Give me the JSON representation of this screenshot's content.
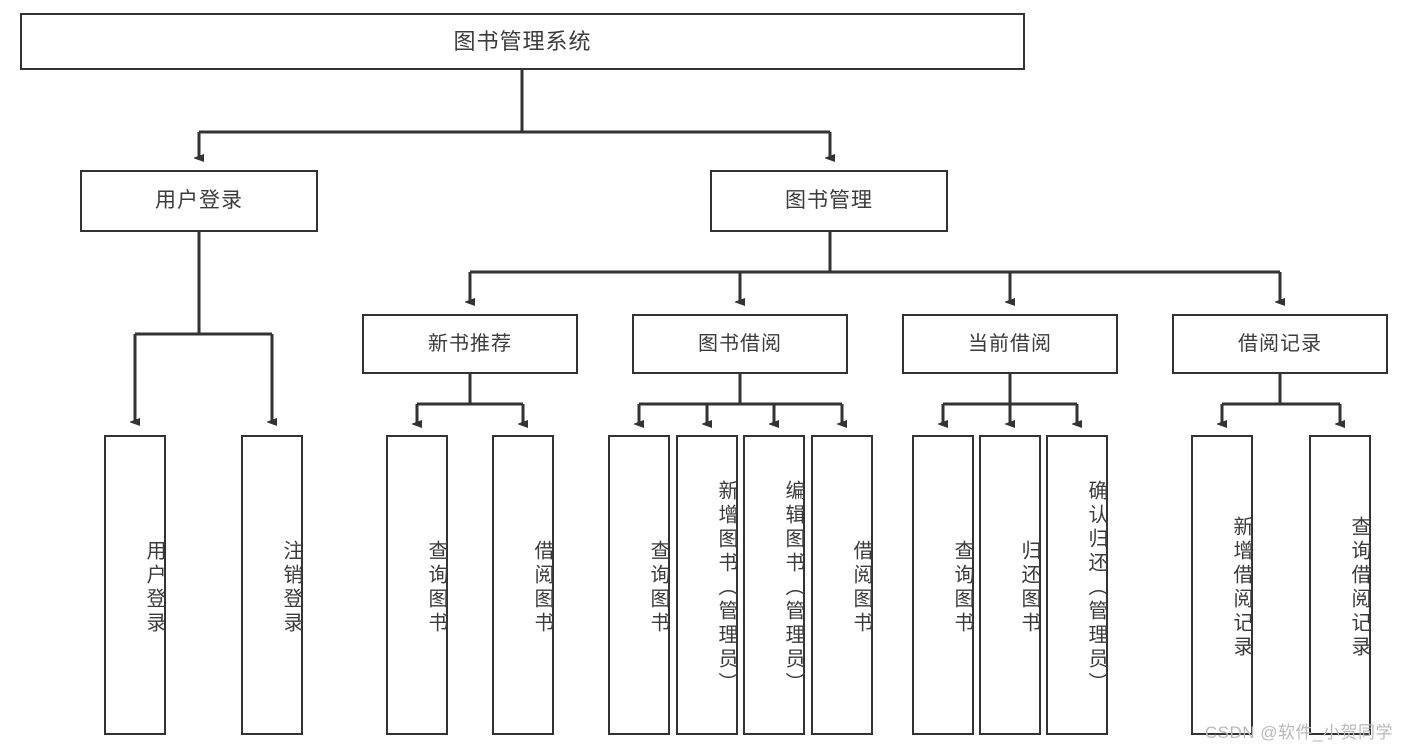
{
  "diagram": {
    "title": "图书管理系统",
    "watermark": "CSDN @软件_小贺同学",
    "colors": {
      "box_border": "#333333",
      "box_fill": "#ffffff",
      "text": "#3b3b3b",
      "connector": "#333333",
      "watermark": "#b9b9b9"
    },
    "root": {
      "label": "图书管理系统"
    },
    "level2": [
      {
        "id": "user-login",
        "label": "用户登录"
      },
      {
        "id": "book-management",
        "label": "图书管理"
      }
    ],
    "level3": [
      {
        "id": "new-book-recommend",
        "label": "新书推荐",
        "parent": "book-management"
      },
      {
        "id": "book-borrow",
        "label": "图书借阅",
        "parent": "book-management"
      },
      {
        "id": "current-borrow",
        "label": "当前借阅",
        "parent": "book-management"
      },
      {
        "id": "borrow-record",
        "label": "借阅记录",
        "parent": "book-management"
      }
    ],
    "leaves": [
      {
        "id": "leaf-user-login",
        "label": "用户登录",
        "parent": "user-login"
      },
      {
        "id": "leaf-user-logout",
        "label": "注销登录",
        "parent": "user-login"
      },
      {
        "id": "leaf-query-book-1",
        "label": "查询图书",
        "parent": "new-book-recommend"
      },
      {
        "id": "leaf-borrow-book-1",
        "label": "借阅图书",
        "parent": "new-book-recommend"
      },
      {
        "id": "leaf-query-book-2",
        "label": "查询图书",
        "parent": "book-borrow"
      },
      {
        "id": "leaf-add-book",
        "label": "新增图书（管理员）",
        "parent": "book-borrow"
      },
      {
        "id": "leaf-edit-book",
        "label": "编辑图书（管理员）",
        "parent": "book-borrow"
      },
      {
        "id": "leaf-borrow-book-2",
        "label": "借阅图书",
        "parent": "book-borrow"
      },
      {
        "id": "leaf-query-book-3",
        "label": "查询图书",
        "parent": "current-borrow"
      },
      {
        "id": "leaf-return-book",
        "label": "归还图书",
        "parent": "current-borrow"
      },
      {
        "id": "leaf-confirm-return",
        "label": "确认归还（管理员）",
        "parent": "current-borrow"
      },
      {
        "id": "leaf-add-record",
        "label": "新增借阅记录",
        "parent": "borrow-record"
      },
      {
        "id": "leaf-query-record",
        "label": "查询借阅记录",
        "parent": "borrow-record"
      }
    ]
  }
}
